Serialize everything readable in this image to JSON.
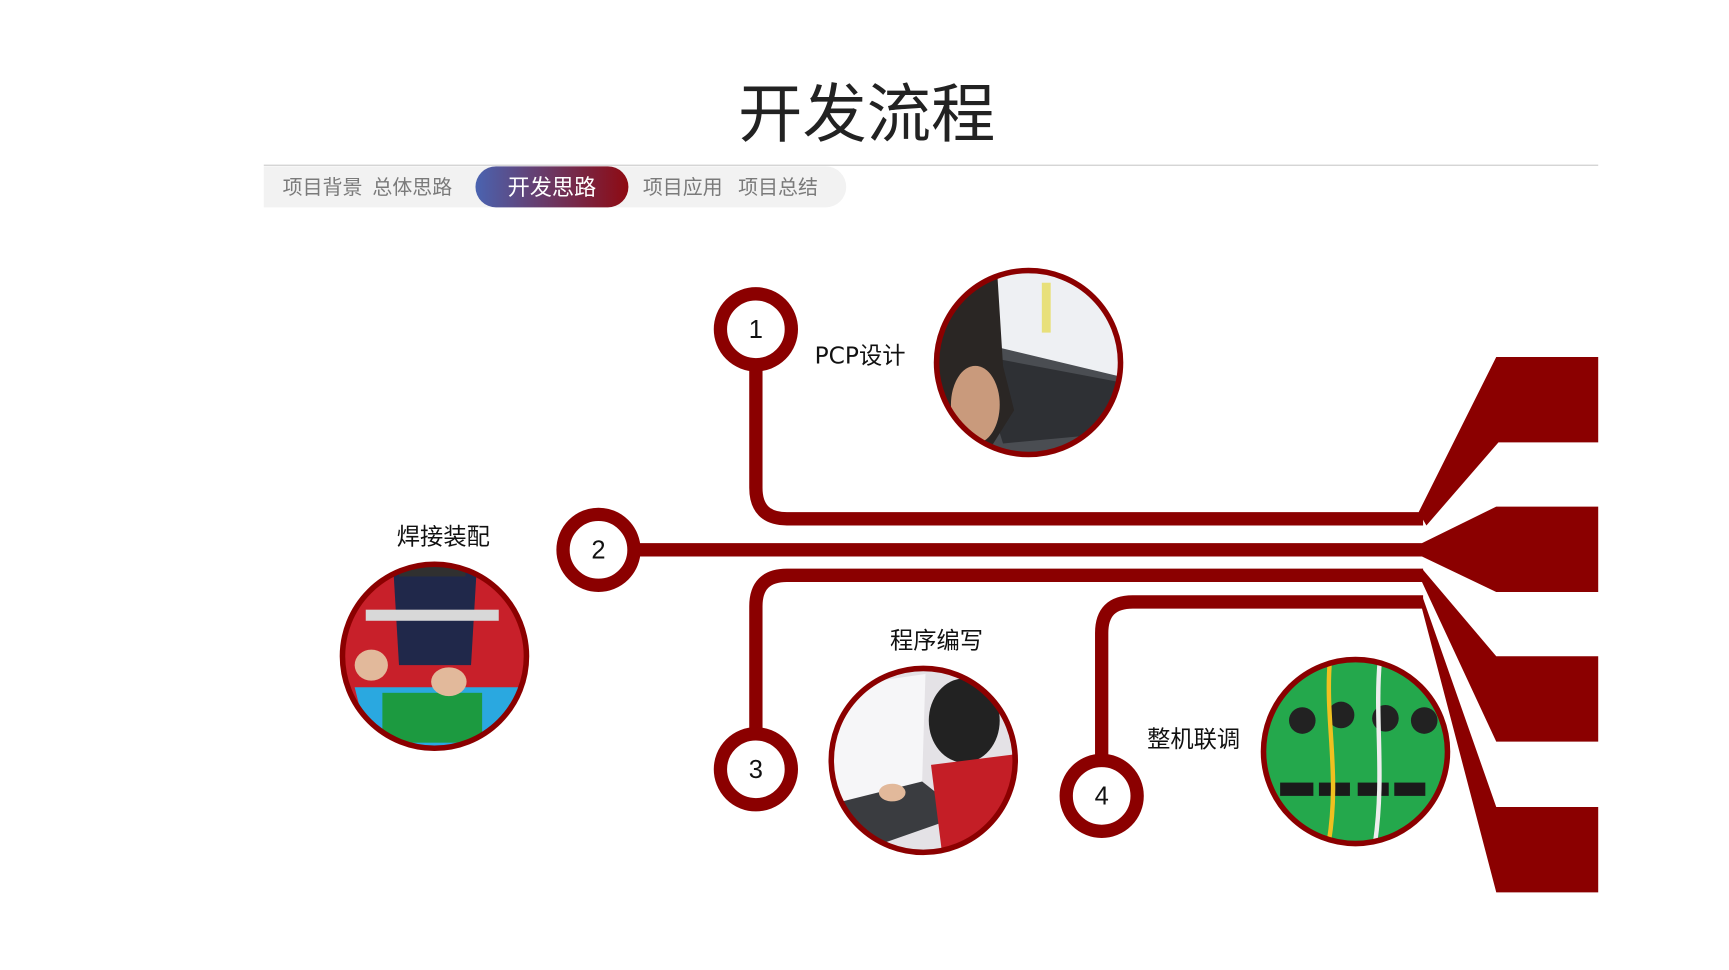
{
  "slide": {
    "title": "开发流程",
    "accent_color": "#8b0000",
    "nav": {
      "items": [
        {
          "label": "项目背景",
          "active": false
        },
        {
          "label": "总体思路",
          "active": false
        },
        {
          "label": "开发思路",
          "active": true
        },
        {
          "label": "项目应用",
          "active": false
        },
        {
          "label": "项目总结",
          "active": false
        }
      ],
      "active_gradient": [
        "#4a63b0",
        "#8e0a12"
      ]
    },
    "steps": [
      {
        "number": "1",
        "label": "PCP设计",
        "photo": "person-typing-on-laptop-with-schematic"
      },
      {
        "number": "2",
        "label": "焊接装配",
        "photo": "person-soldering-circuit-board"
      },
      {
        "number": "3",
        "label": "程序编写",
        "photo": "person-programming-on-laptop"
      },
      {
        "number": "4",
        "label": "整机联调",
        "photo": "assembled-control-boards-with-displays"
      }
    ]
  }
}
